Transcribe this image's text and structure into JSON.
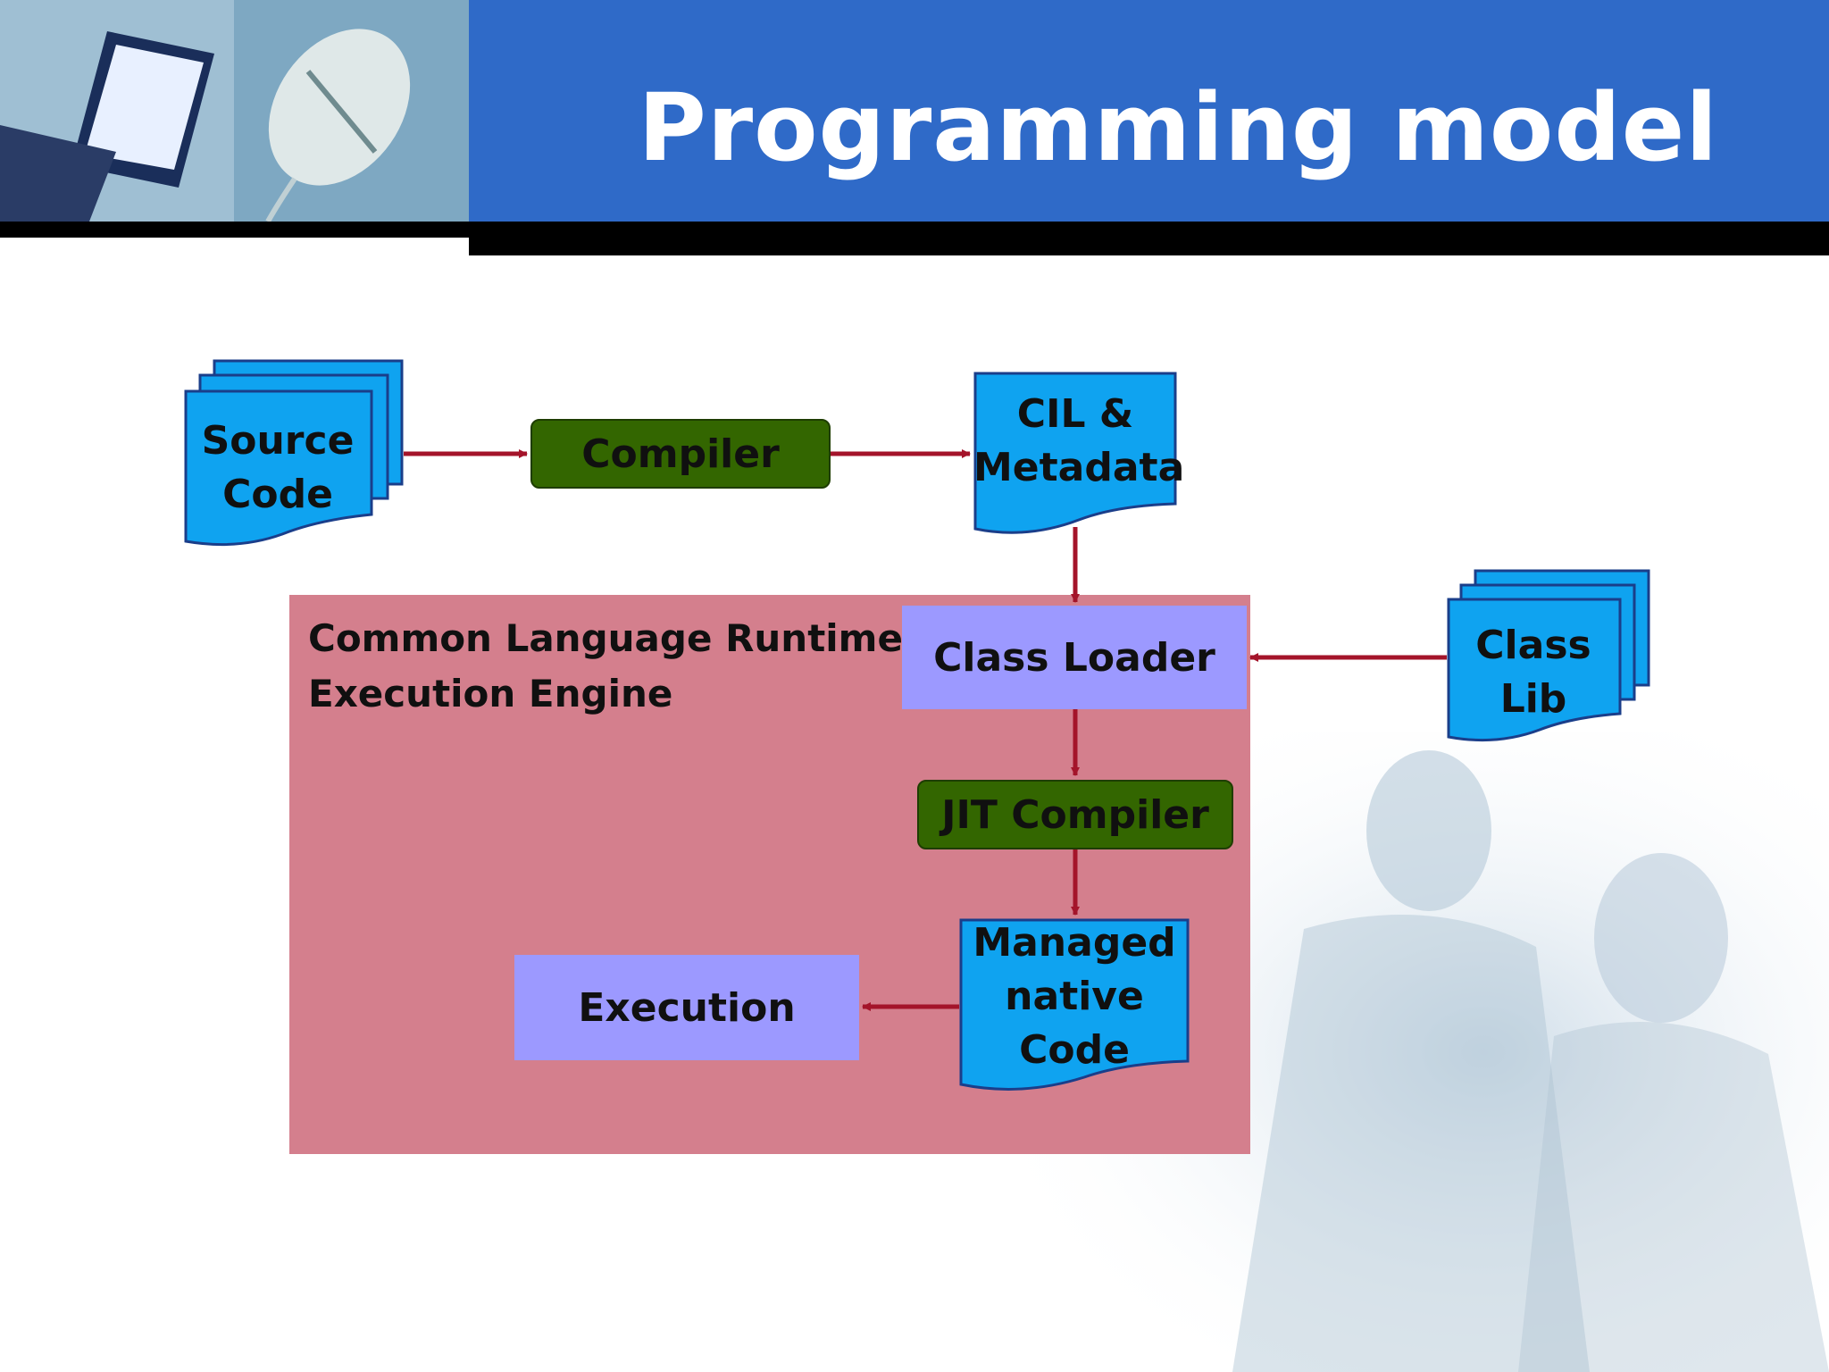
{
  "header": {
    "title": "Programming model"
  },
  "diagram": {
    "source_code": {
      "line1": "Source",
      "line2": "Code"
    },
    "compiler": "Compiler",
    "cil_metadata": {
      "line1": "CIL &",
      "line2": "Metadata"
    },
    "clr_label": {
      "line1": "Common Language Runtime",
      "line2": "Execution Engine"
    },
    "class_loader": "Class Loader",
    "class_lib": {
      "line1": "Class",
      "line2": "Lib"
    },
    "jit_compiler": "JIT Compiler",
    "managed_code": {
      "line1": "Managed",
      "line2": "native",
      "line3": "Code"
    },
    "execution": "Execution"
  },
  "colors": {
    "header_blue": "#2f6ac8",
    "document_blue": "#0fa3f0",
    "compiler_green": "#336600",
    "box_violet": "#9c99ff",
    "clr_pink": "#d47f8d",
    "arrow_red": "#a4142a"
  }
}
